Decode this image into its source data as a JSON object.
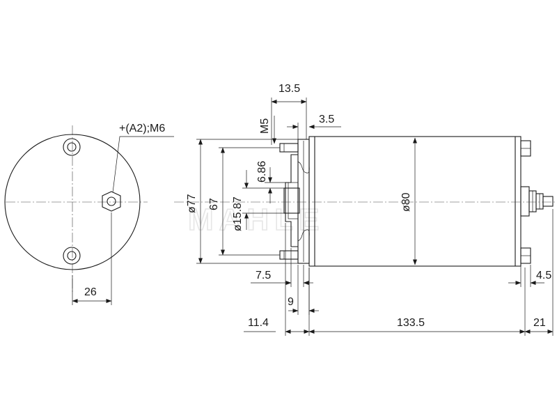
{
  "watermark": "MAHLE",
  "labels": {
    "terminal": "+(A2);M6",
    "dim_26": "26",
    "dim_13_5": "13.5",
    "dim_3_5": "3.5",
    "thread_m5": "M5",
    "dia_77": "ø77",
    "dim_67": "67",
    "dia_15_87": "ø15.87",
    "dim_6_86": "6.86",
    "dia_80": "ø80",
    "dim_7_5": "7.5",
    "dim_9": "9",
    "dim_4_5": "4.5",
    "dim_11_4": "11.4",
    "dim_133_5": "133.5",
    "dim_21": "21"
  }
}
